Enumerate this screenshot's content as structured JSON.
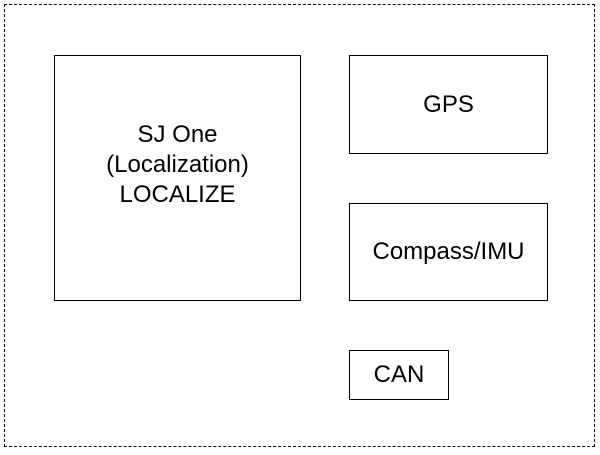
{
  "diagram": {
    "main_block": {
      "lines": [
        "SJ One",
        "(Localization)",
        "LOCALIZE"
      ]
    },
    "gps_block": {
      "label": "GPS"
    },
    "imu_block": {
      "label": "Compass/IMU"
    },
    "can_block": {
      "label": "CAN"
    }
  }
}
